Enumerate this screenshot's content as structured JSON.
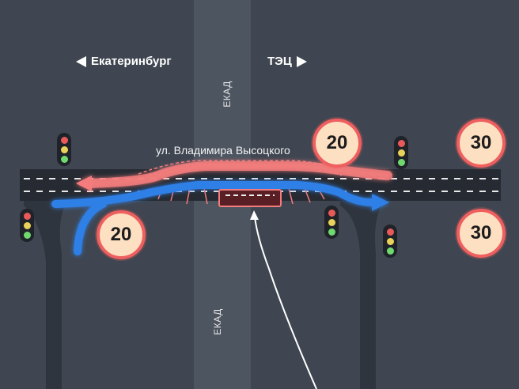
{
  "labels": {
    "left_direction": "Екатеринбург",
    "right_direction": "ТЭЦ",
    "street": "ул. Владимира Высоцкого",
    "ekad_top": "ЕКАД",
    "ekad_bottom": "ЕКАД"
  },
  "speed_limits": {
    "center_top": "20",
    "left_bottom": "20",
    "right_top": "30",
    "right_bottom": "30"
  },
  "traffic_lights": [
    "left-top",
    "left-bottom",
    "center",
    "right-top",
    "right-bottom"
  ],
  "colors": {
    "background": "#3f4651",
    "road": "#2a2f37",
    "overpass": "#535b66",
    "westbound_route": "#f47c7c",
    "eastbound_route": "#2f7fe6",
    "sign_fill": "#fde0c2",
    "sign_border": "#ef5f5f"
  },
  "icons": {
    "left_arrow": "arrow-left-icon",
    "right_arrow": "arrow-right-icon",
    "traffic_light": "traffic-light-icon",
    "speed_sign": "speed-limit-sign-icon"
  }
}
